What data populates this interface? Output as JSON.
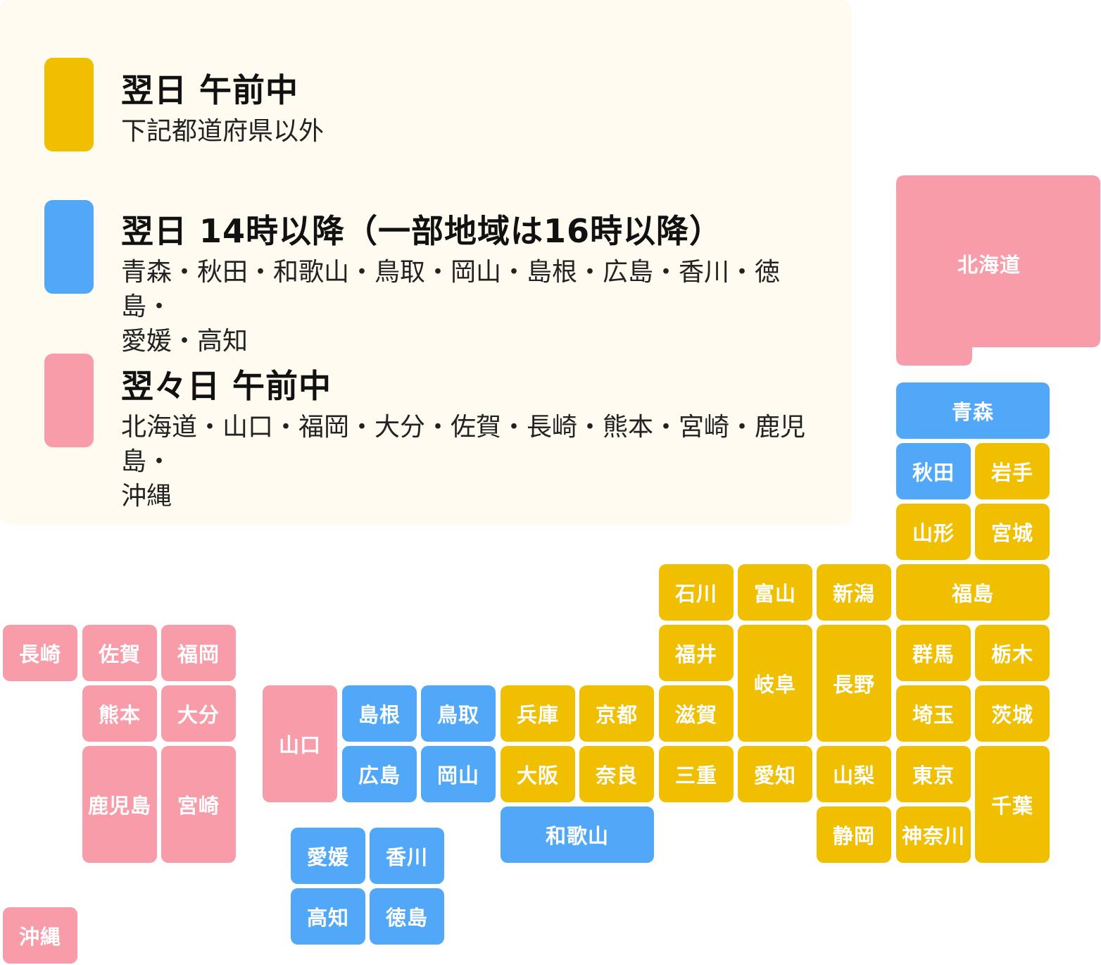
{
  "colors": {
    "yellow": "#f0c000",
    "blue": "#52a8f8",
    "pink": "#f79ca8",
    "panel": "#fffbf0"
  },
  "legend": [
    {
      "title": "翌日 午前中",
      "desc": "下記都道府県以外"
    },
    {
      "title": "翌日 14時以降（一部地域は16時以降）",
      "desc": "青森・秋田・和歌山・鳥取・岡山・島根・広島・香川・徳島・\n愛媛・高知"
    },
    {
      "title": "翌々日 午前中",
      "desc": "北海道・山口・福岡・大分・佐賀・長崎・熊本・宮崎・鹿児島・\n沖縄"
    }
  ],
  "map": {
    "hokkaido": "北海道",
    "aomori": "青森",
    "akita": "秋田",
    "iwate": "岩手",
    "yamagata": "山形",
    "miyagi": "宮城",
    "fukushima": "福島",
    "ishikawa": "石川",
    "toyama": "富山",
    "niigata": "新潟",
    "fukui": "福井",
    "gifu": "岐阜",
    "nagano": "長野",
    "gunma": "群馬",
    "tochigi": "栃木",
    "shiga": "滋賀",
    "saitama": "埼玉",
    "ibaraki": "茨城",
    "mie": "三重",
    "aichi": "愛知",
    "yamanashi": "山梨",
    "tokyo": "東京",
    "chiba": "千葉",
    "shizuoka": "静岡",
    "kanagawa": "神奈川",
    "hyogo": "兵庫",
    "kyoto": "京都",
    "osaka": "大阪",
    "nara": "奈良",
    "wakayama": "和歌山",
    "shimane": "島根",
    "tottori": "鳥取",
    "hiroshima": "広島",
    "okayama": "岡山",
    "yamaguchi": "山口",
    "ehime": "愛媛",
    "kagawa": "香川",
    "kochi": "高知",
    "tokushima": "徳島",
    "nagasaki": "長崎",
    "saga": "佐賀",
    "fukuoka": "福岡",
    "kumamoto": "熊本",
    "oita": "大分",
    "kagoshima": "鹿児島",
    "miyazaki": "宮崎",
    "okinawa": "沖縄"
  }
}
